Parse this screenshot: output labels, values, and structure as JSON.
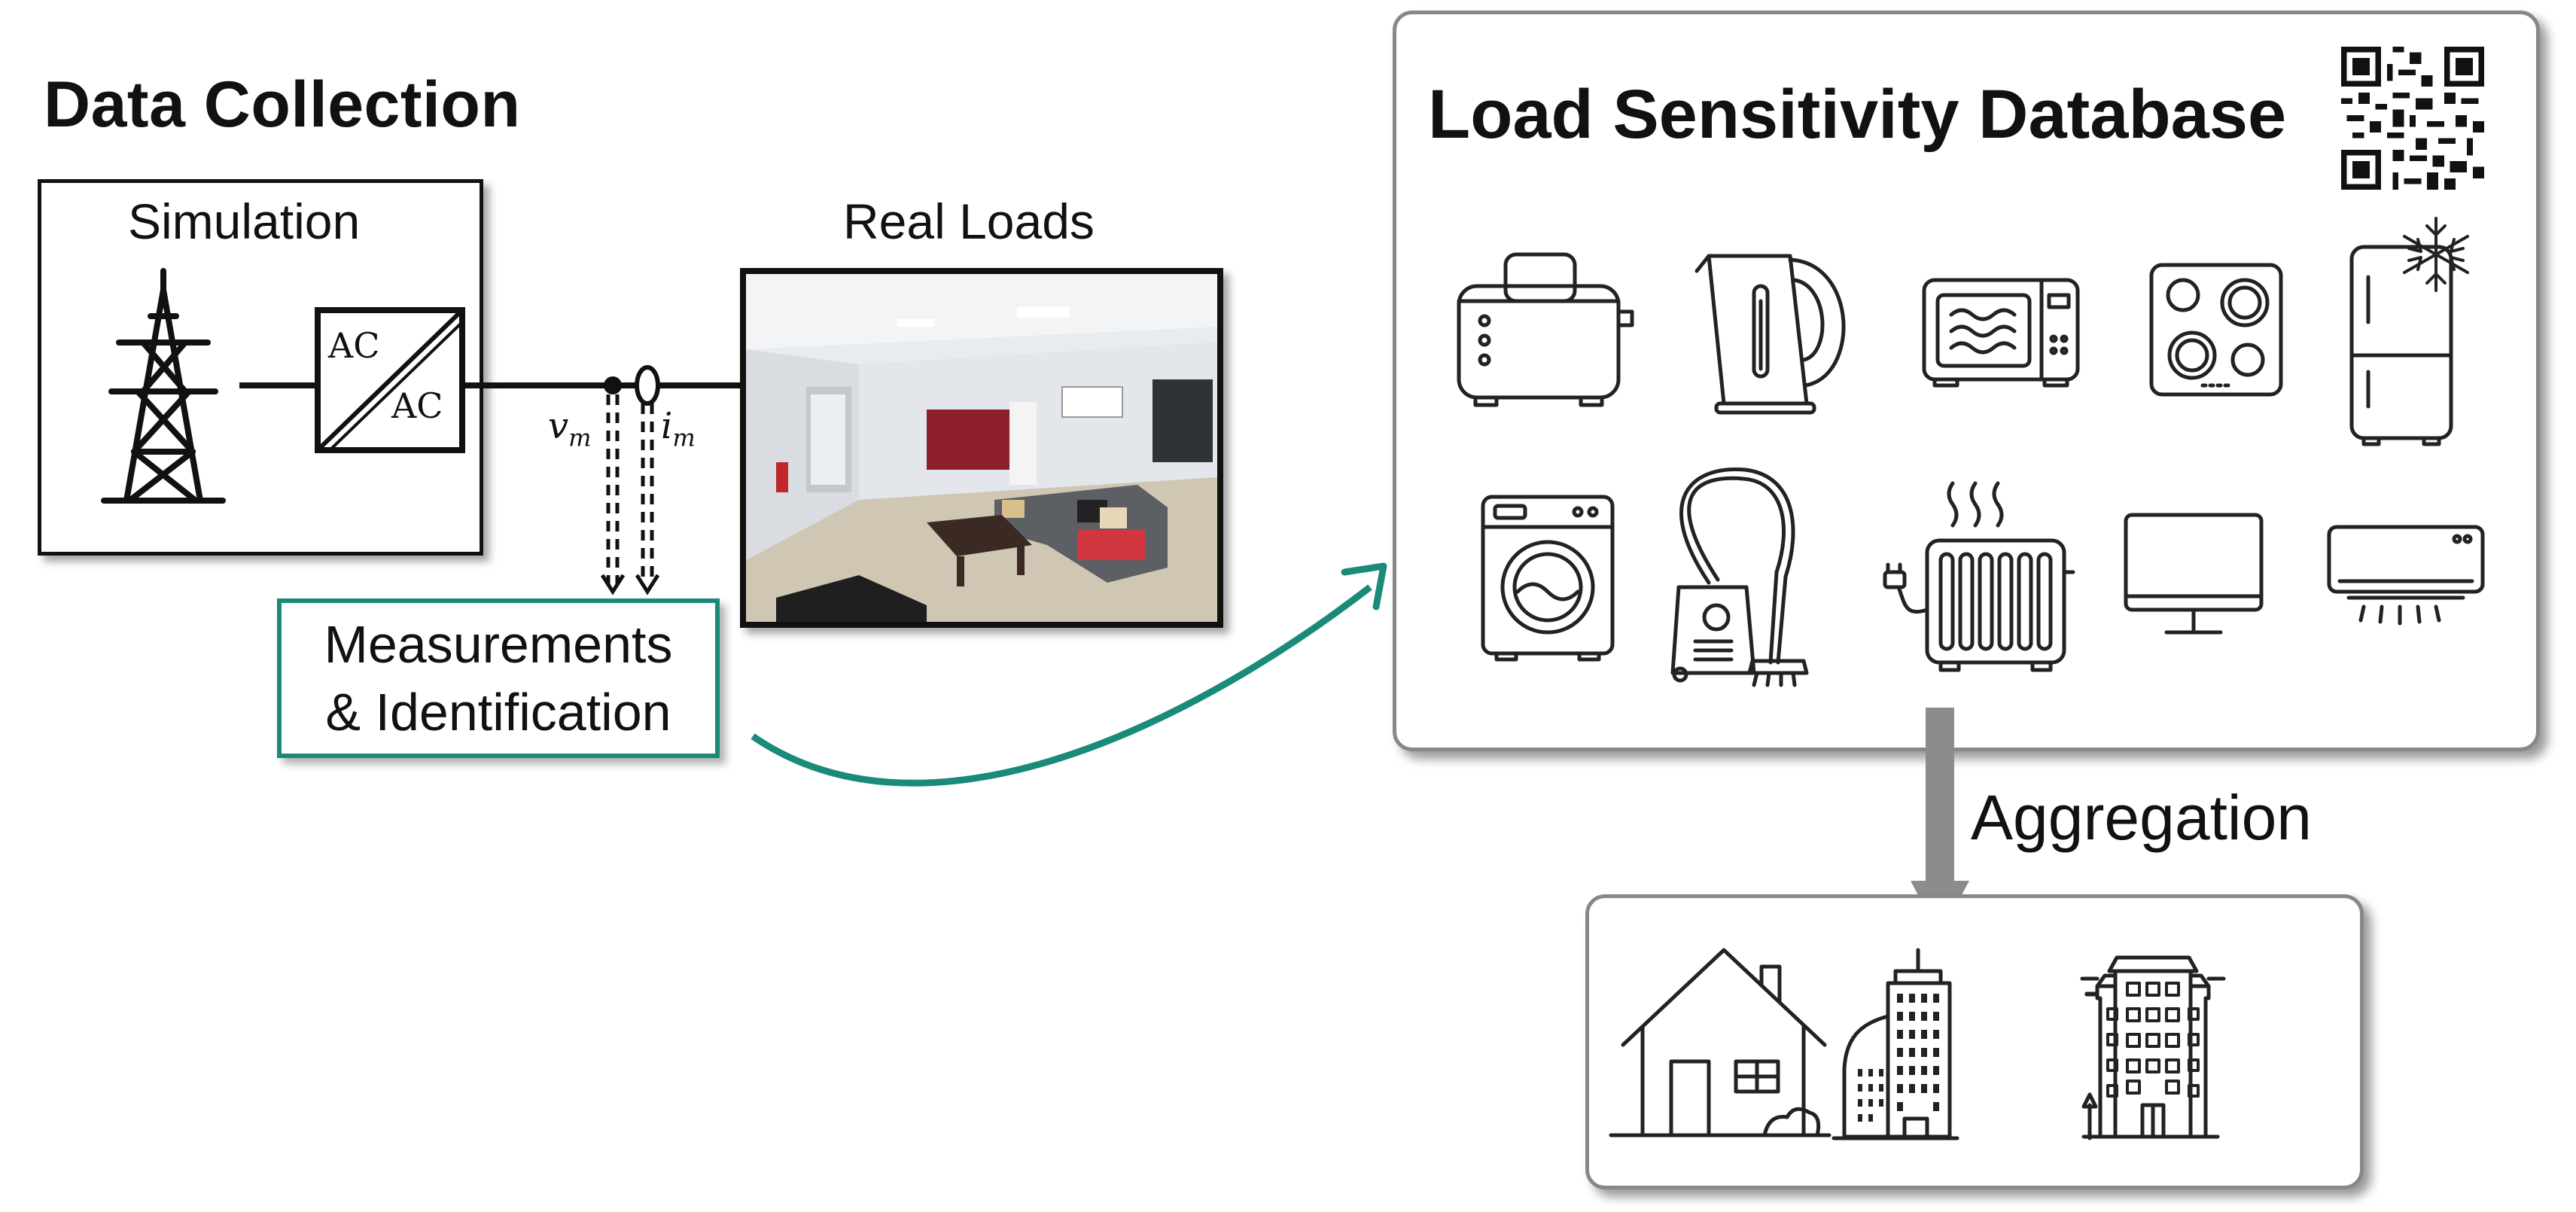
{
  "data_collection": {
    "title": "Data Collection",
    "simulation_label": "Simulation",
    "converter_top": "AC",
    "converter_bottom": "AC",
    "voltage_symbol": "v",
    "voltage_subscript": "m",
    "current_symbol": "i",
    "current_subscript": "m",
    "real_loads_label": "Real Loads",
    "measurements_line1": "Measurements",
    "measurements_line2": "& Identification"
  },
  "database": {
    "title": "Load Sensitivity Database",
    "appliances": [
      "toaster-icon",
      "kettle-icon",
      "microwave-icon",
      "cooktop-icon",
      "fridge-icon",
      "washing-machine-icon",
      "vacuum-cleaner-icon",
      "radiator-icon",
      "monitor-icon",
      "air-conditioner-icon"
    ]
  },
  "aggregation": {
    "label": "Aggregation",
    "buildings": [
      "house-icon",
      "office-tower-icon",
      "apartment-building-icon"
    ]
  },
  "colors": {
    "accent_teal": "#1a8a79",
    "arrow_gray": "#8c8c8c",
    "box_border_gray": "#888888"
  }
}
